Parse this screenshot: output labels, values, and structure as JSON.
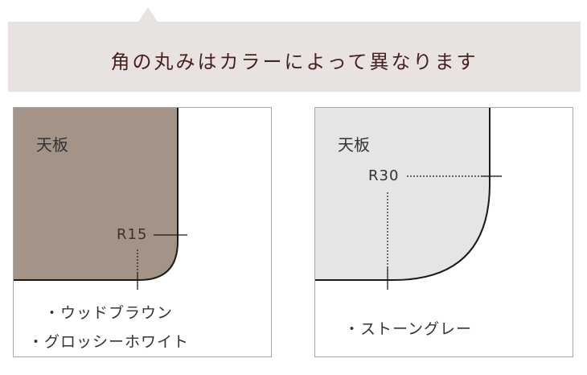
{
  "banner": {
    "title": "角の丸みはカラーによって異なります"
  },
  "panels": [
    {
      "top_label": "天板",
      "radius_label": "R15",
      "colors": [
        "・ウッドブラウン",
        "・グロッシーホワイト"
      ],
      "fill_color": "#a49487"
    },
    {
      "top_label": "天板",
      "radius_label": "R30",
      "colors": [
        "・ストーングレー"
      ],
      "fill_color": "#e5e5e5"
    }
  ],
  "colors": {
    "banner_bg": "#e8e3e1",
    "title_text": "#4a2020",
    "border": "#a7a7a7"
  }
}
